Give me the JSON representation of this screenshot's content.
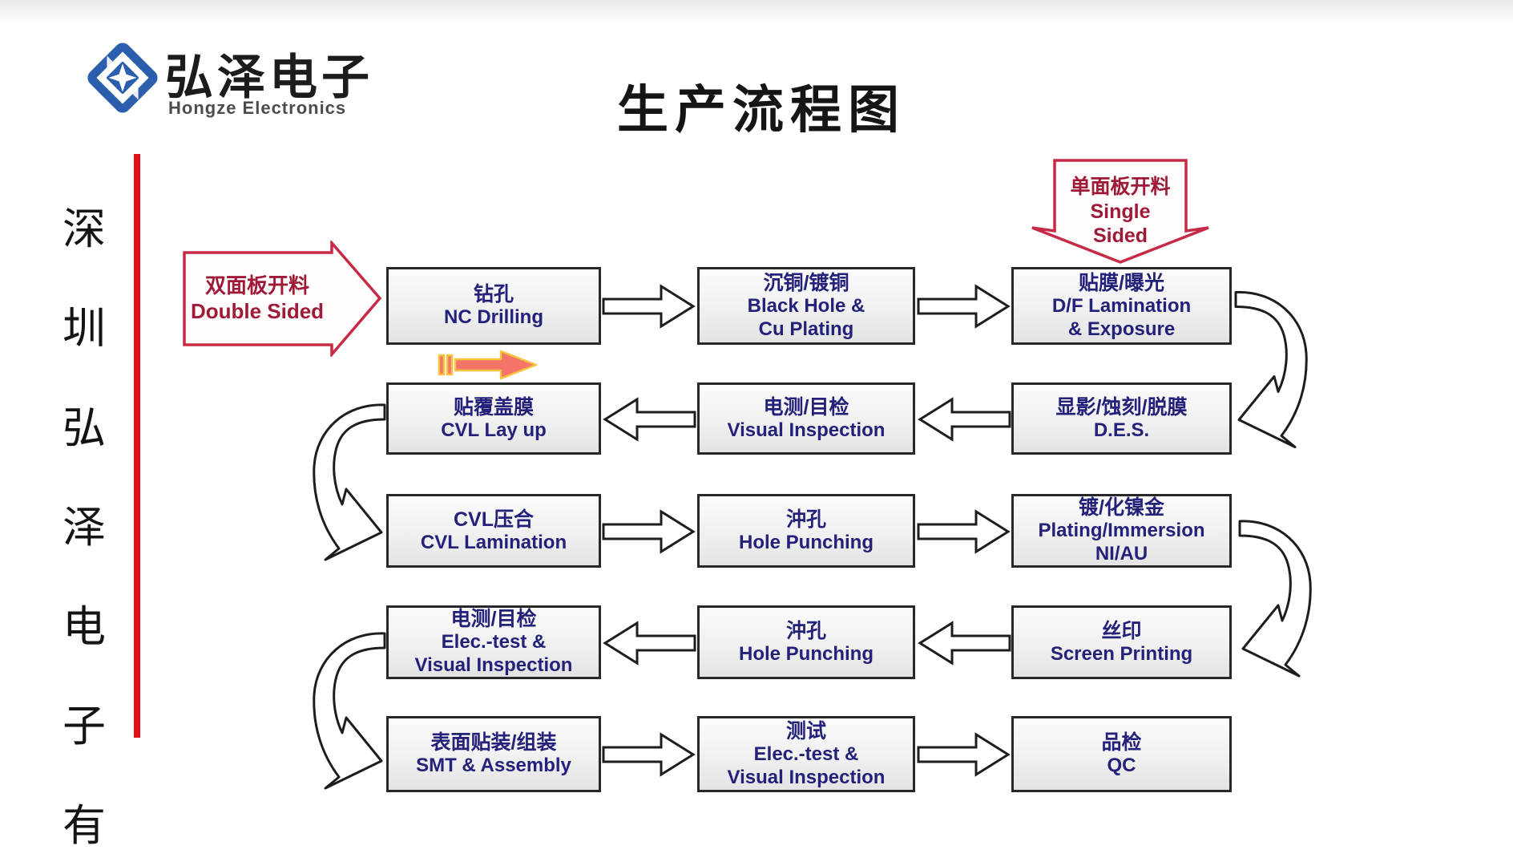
{
  "header": {
    "logo": {
      "brand_cn": "弘泽电子",
      "brand_en": "Hongze Electronics"
    },
    "title": "生产流程图"
  },
  "sidebar": {
    "vertical_chars": [
      "深",
      "圳",
      "弘",
      "泽",
      "电",
      "子",
      "有"
    ]
  },
  "entry": {
    "double_sided": {
      "cn": "双面板开料",
      "en": "Double Sided"
    },
    "single_sided": {
      "cn": "单面板开料",
      "en1": "Single",
      "en2": "Sided"
    }
  },
  "flow": {
    "rows": [
      {
        "boxes": [
          [
            "钻孔",
            "NC Drilling"
          ],
          [
            "沉铜/镀铜",
            "Black Hole &",
            "Cu Plating"
          ],
          [
            "贴膜/曝光",
            "D/F Lamination",
            "& Exposure"
          ]
        ]
      },
      {
        "boxes": [
          [
            "贴覆盖膜",
            "CVL Lay up"
          ],
          [
            "电测/目检",
            "Visual Inspection"
          ],
          [
            "显影/蚀刻/脱膜",
            "D.E.S."
          ]
        ]
      },
      {
        "boxes": [
          [
            "CVL压合",
            "CVL Lamination"
          ],
          [
            "沖孔",
            "Hole Punching"
          ],
          [
            "镀/化镍金",
            "Plating/Immersion",
            "NI/AU"
          ]
        ]
      },
      {
        "boxes": [
          [
            "电测/目检",
            "Elec.-test &",
            "Visual Inspection"
          ],
          [
            "沖孔",
            "Hole Punching"
          ],
          [
            "丝印",
            "Screen Printing"
          ]
        ]
      },
      {
        "boxes": [
          [
            "表面贴装/组装",
            "SMT & Assembly"
          ],
          [
            "测试",
            "Elec.-test &",
            "Visual Inspection"
          ],
          [
            "品检",
            "QC"
          ]
        ]
      }
    ]
  },
  "colors": {
    "accent_red_line": "#e60f17",
    "entry_arrow_border": "#c62a45",
    "entry_arrow_text": "#9e1a38",
    "box_text_navy": "#23217a",
    "logo_blue": "#2b5fae",
    "highlight_salmon": "#f4746a",
    "highlight_gold": "#f5c33c"
  }
}
